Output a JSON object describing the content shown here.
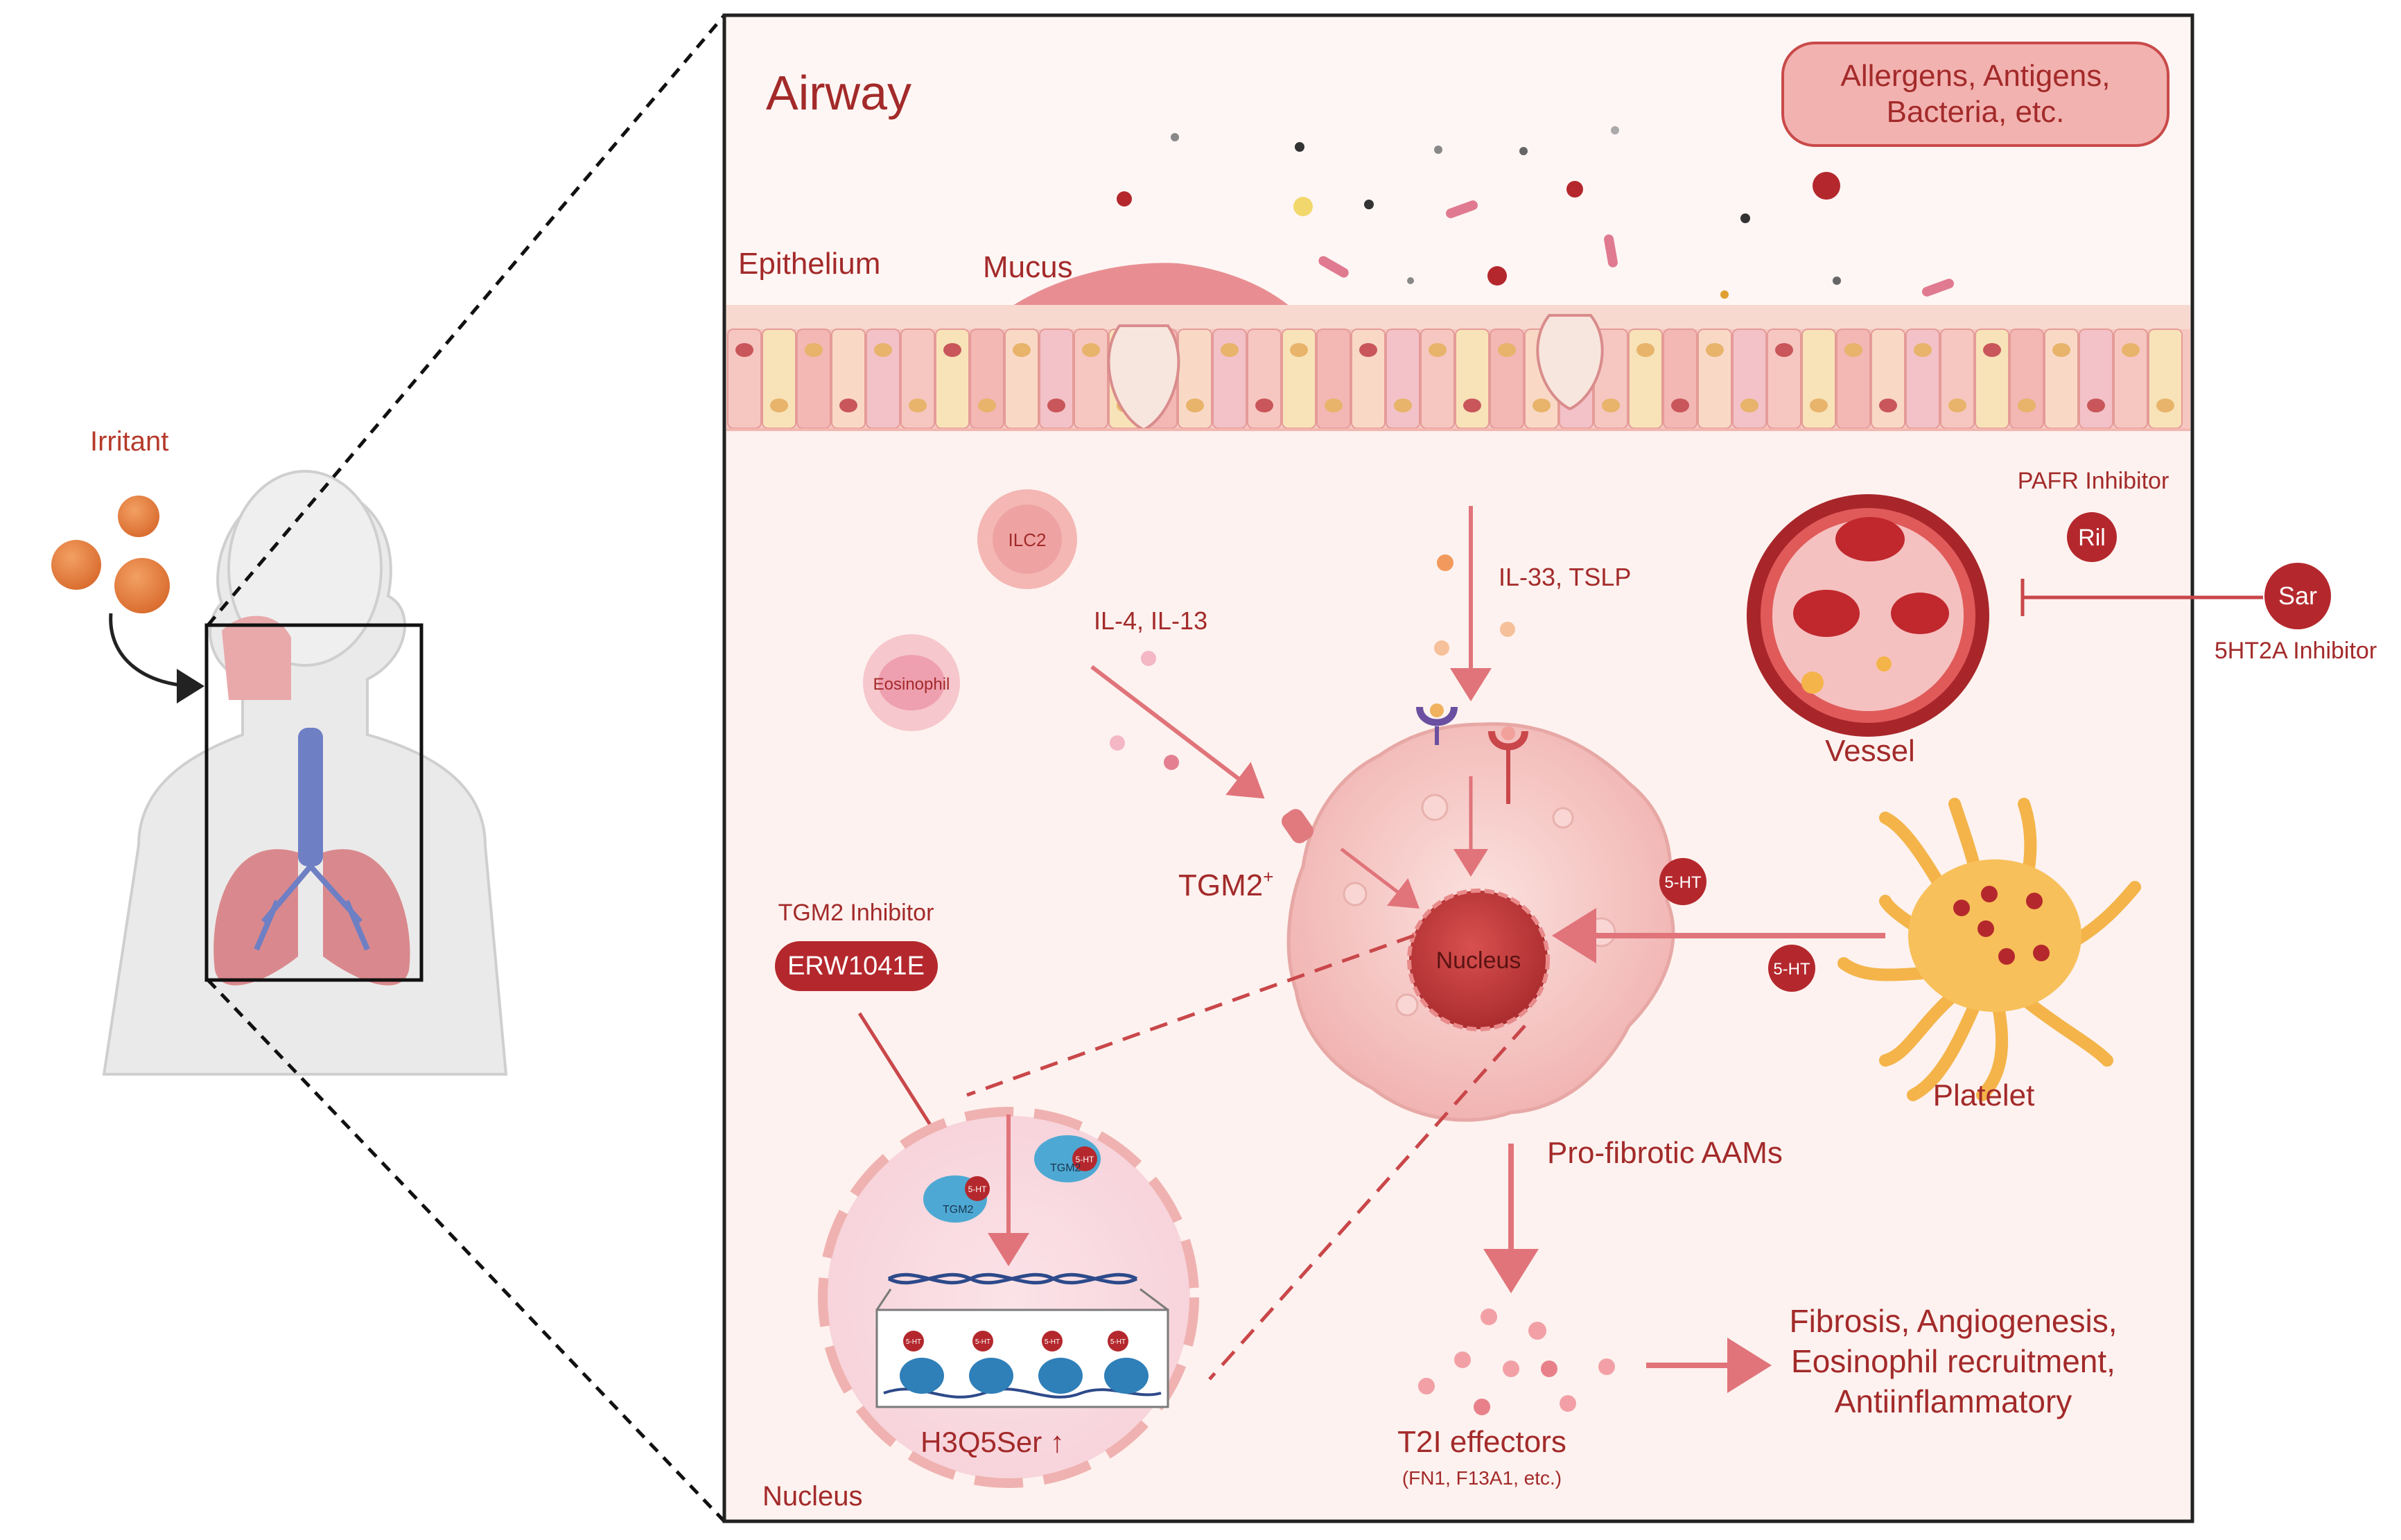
{
  "left_panel": {
    "irritant_label": "Irritant"
  },
  "airway": {
    "title": "Airway",
    "allergens_line1": "Allergens, Antigens,",
    "allergens_line2": "Bacteria, etc.",
    "epithelium_label": "Epithelium",
    "mucus_label": "Mucus"
  },
  "cells": {
    "ilc2_label": "ILC2",
    "eosinophil_label": "Eosinophil",
    "il4_label": "IL-4, IL-13",
    "il33_label": "IL-33, TSLP",
    "tgm2_label": "TGM2",
    "tgm2_sup": "+",
    "nucleus_label": "Nucleus",
    "serotonin_label": "5-HT",
    "pro_fibrotic_label": "Pro-fibrotic AAMs",
    "platelet_label": "Platelet"
  },
  "vessel": {
    "vessel_label": "Vessel",
    "pafr_label": "PAFR Inhibitor",
    "ril_label": "Ril",
    "sar_label": "Sar",
    "ht2a_label": "5HT2A Inhibitor"
  },
  "inhibitor": {
    "tgm2_inhibitor_label": "TGM2 Inhibitor",
    "erw_label": "ERW1041E"
  },
  "nucleus_zoom": {
    "tgm2_small": "TGM2",
    "ht_small": "5-HT",
    "h3q5ser_label": "H3Q5Ser ↑",
    "nucleus_caption": "Nucleus",
    "histone_tag": "5-HT"
  },
  "effectors": {
    "t2i_label": "T2I effectors",
    "t2i_sub": "(FN1, F13A1, etc.)",
    "outcome_line1": "Fibrosis, Angiogenesis,",
    "outcome_line2": "Eosinophil recruitment,",
    "outcome_line3": "Antiinflammatory"
  },
  "colors": {
    "dark_red": "#b4282d",
    "title_red": "#a32a2a",
    "pink_fill": "#f5c8c6",
    "arrow_pink": "#e0747a",
    "background_panel": "#fdf0ee"
  }
}
